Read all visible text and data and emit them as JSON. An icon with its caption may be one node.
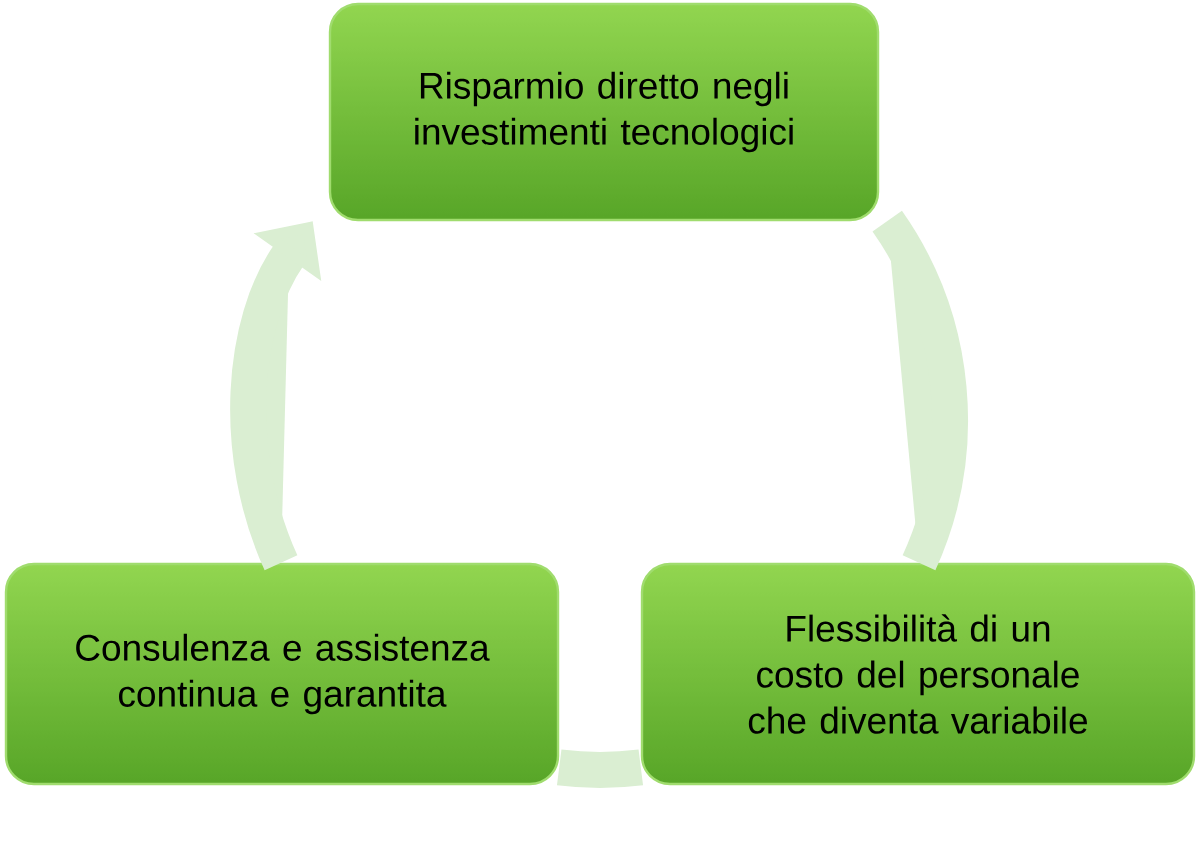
{
  "diagram": {
    "nodes": [
      {
        "text": [
          "Risparmio diretto negli investimenti tecnologici"
        ]
      },
      {
        "text": [
          "Flessibilità di un costo del personale che diventa variabile"
        ]
      },
      {
        "text": [
          "Consulenza e assistenza continua e garantita"
        ]
      }
    ],
    "edges": [
      {
        "from": 0,
        "to": 1,
        "arrow": "none"
      },
      {
        "from": 1,
        "to": 2,
        "arrow": "none"
      },
      {
        "from": 2,
        "to": 0,
        "arrow": "to"
      }
    ]
  }
}
